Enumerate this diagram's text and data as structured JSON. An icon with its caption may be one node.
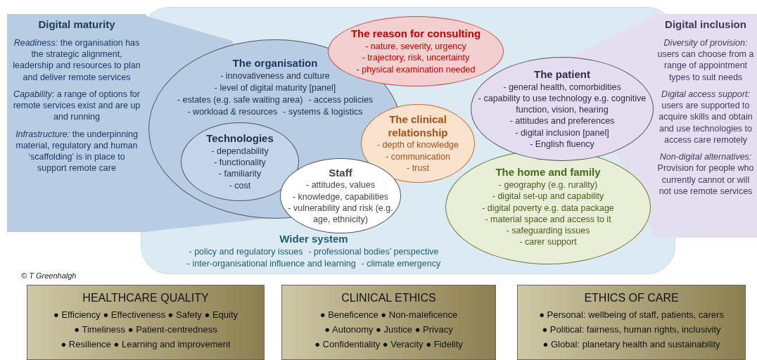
{
  "diagram": {
    "nodes": [
      {
        "text": [
          "Digital maturity",
          "*Readiness:* the organisation has the strategic alignment, leadership and resources to plan and deliver remote services",
          "*Capability:* a range of options for remote services exist and are up and running",
          "*Infrastructure:* the underpinning material, regulatory and human ‘scaffolding’ is in place to support remote care"
        ]
      },
      {
        "text": [
          "Wider system",
          "- policy and regulatory issues",
          "- professional bodies’ perspective",
          "- inter-organisational influence and learning",
          "- climate emergency"
        ]
      },
      {
        "text": [
          "The organisation",
          "- innovativeness and culture",
          "- level of digital maturity [panel]",
          "- estates (e.g. safe waiting area)",
          "- access policies",
          "- workload & resources",
          "- systems & logistics"
        ],
        "in": 1
      },
      {
        "text": [
          "Technologies",
          "- dependability",
          "- functionality",
          "- familiarity",
          "- cost"
        ],
        "in": 2
      },
      {
        "text": [
          "The reason for consulting",
          "- nature, severity, urgency",
          "- trajectory, risk, uncertainty",
          "- physical examination needed"
        ],
        "in": 1
      },
      {
        "text": [
          "The clinical relationship",
          "- depth of knowledge",
          "- communication",
          "- trust"
        ],
        "in": 1
      },
      {
        "text": [
          "Staff",
          "- attitudes, values",
          "- knowledge, capabilities",
          "- vulnerability and risk (e.g. age, ethnicity)"
        ],
        "in": 1
      },
      {
        "text": [
          "The patient",
          "- general health, comorbidities",
          "- capability to use technology e.g. cognitive function, vision, hearing",
          "- attitudes and preferences",
          "- digital inclusion [panel]",
          "- English fluency"
        ],
        "in": 1
      },
      {
        "text": [
          "The home and family",
          "- geography (e.g. rurality)",
          "- digital set-up and capability",
          "- digital poverty e.g. data package",
          "- material space and access to it",
          "- safeguarding issues",
          "- carer support"
        ],
        "in": 1
      },
      {
        "text": [
          "Digital inclusion",
          "*Diversity of provision:* users can choose from a range of appointment types to suit needs",
          "*Digital access support:* users are supported to acquire skills and obtain and use technologies to access care remotely",
          "*Non-digital alternatives:* Provision for people who currently cannot or will not use remote services"
        ]
      },
      {
        "text": [
          "HEALTHCARE QUALITY",
          "● Efficiency ● Effectiveness ● Safety ● Equity",
          "● Timeliness ● Patient-centredness",
          "● Resilience ● Learning and improvement"
        ]
      },
      {
        "text": [
          "CLINICAL ETHICS",
          "● Beneficence ● Non-maleficence",
          "● Autonomy ● Justice ● Privacy",
          "● Confidentiality ● Veracity ● Fidelity"
        ]
      },
      {
        "text": [
          "ETHICS OF CARE",
          "● Personal: wellbeing of staff, patients, carers",
          "● Political: fairness, human rights, inclusivity",
          "● Global: planetary health and sustainability"
        ]
      }
    ],
    "labels": [
      "© T Greenhalgh"
    ]
  }
}
